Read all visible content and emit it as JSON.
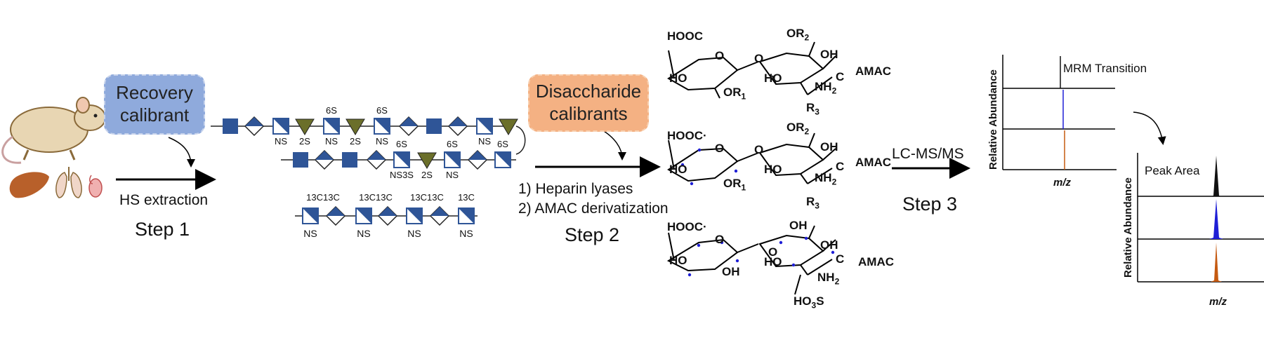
{
  "step1": {
    "calibrant": [
      "Recovery",
      "calibrant"
    ],
    "process": "HS extraction",
    "step": "Step 1"
  },
  "step2": {
    "calibrant": [
      "Disaccharide",
      "calibrants"
    ],
    "process1": "1) Heparin lyases",
    "process2": "2) AMAC derivatization",
    "step": "Step 2"
  },
  "step3": {
    "process": "LC-MS/MS",
    "step": "Step 3"
  },
  "chain": {
    "row1_labels": [
      "NS",
      "2S",
      "NS",
      "2S",
      "NS",
      "NS"
    ],
    "row1_top": [
      "6S",
      "6S"
    ],
    "row2_labels": [
      "NS3S",
      "2S",
      "NS"
    ],
    "row2_top": [
      "6S",
      "6S",
      "6S"
    ],
    "row3_top": [
      "13C13C",
      "13C13C",
      "13C13C",
      "13C"
    ],
    "row3_labels": [
      "NS",
      "NS",
      "NS",
      "NS"
    ]
  },
  "structures": {
    "cooh": "HOOC",
    "cooh_dot": "HOOC·",
    "ho": "HO",
    "oh": "OH",
    "o": "O",
    "c": "C",
    "amac": "AMAC",
    "or1": "OR",
    "or1_sub": "1",
    "or2": "OR",
    "or2_sub": "2",
    "nh2": "NH",
    "nh2_sub": "2",
    "r3": "R",
    "r3_sub": "3",
    "ho3s": "HO",
    "ho3s_sub": "3",
    "ho3s_tail": "S"
  },
  "plots": {
    "left": {
      "ylabel": "Relative Abundance",
      "xlabel": "m/z",
      "annotation": "MRM Transition"
    },
    "right": {
      "ylabel": "Relative Abundance",
      "xlabel": "m/z",
      "annotation": "Peak Area"
    }
  },
  "colors": {
    "recovery_box": "#8faadc",
    "disaccharide_box": "#f4b183",
    "square": "#2f5597",
    "triangle": "#6b6f2a",
    "trace_blue": "#1f1fd6",
    "trace_orange": "#c55a11",
    "trace_black": "#111111"
  }
}
